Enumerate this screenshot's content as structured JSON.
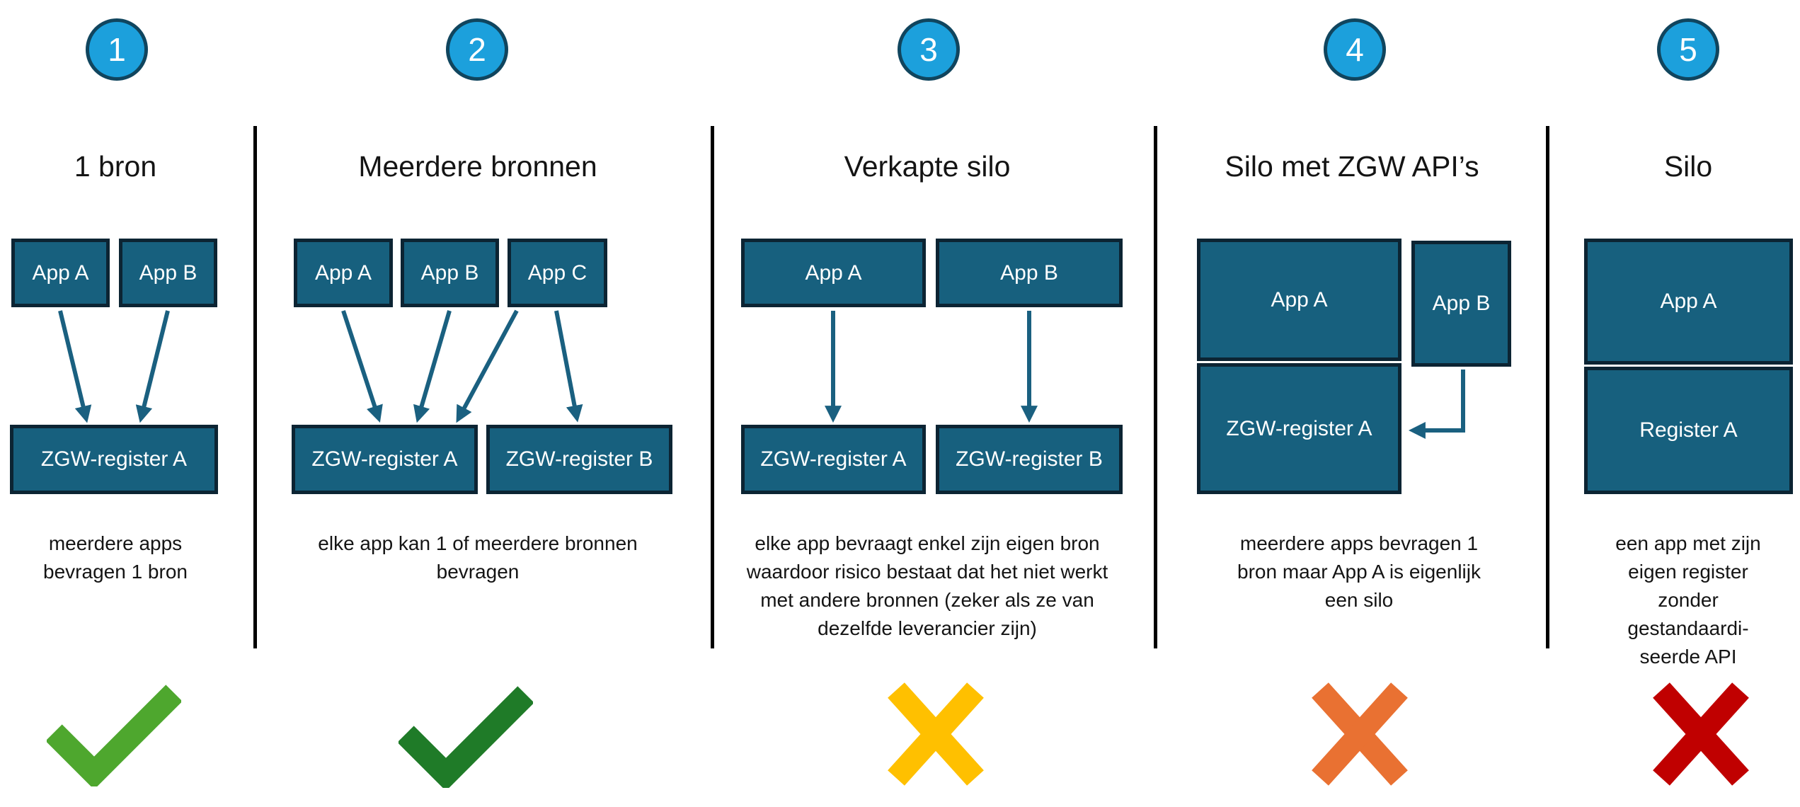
{
  "columns": [
    {
      "number": "1",
      "title": "1 bron",
      "desc_lines": [
        "meerdere apps",
        "bevragen 1 bron"
      ],
      "verdict": {
        "type": "check",
        "color": "#4EA72E"
      },
      "boxes": {
        "app_a": "App A",
        "app_b": "App B",
        "register_a": "ZGW-register A"
      }
    },
    {
      "number": "2",
      "title": "Meerdere bronnen",
      "desc_lines": [
        "elke app kan 1 of meerdere bronnen",
        "bevragen"
      ],
      "verdict": {
        "type": "check",
        "color": "#1F7B28"
      },
      "boxes": {
        "app_a": "App A",
        "app_b": "App B",
        "app_c": "App C",
        "register_a": "ZGW-register A",
        "register_b": "ZGW-register B"
      }
    },
    {
      "number": "3",
      "title": "Verkapte silo",
      "desc_lines": [
        "elke app bevraagt enkel zijn eigen bron",
        "waardoor risico bestaat dat het niet werkt",
        "met andere bronnen (zeker als ze van",
        "dezelfde leverancier zijn)"
      ],
      "verdict": {
        "type": "cross",
        "color": "#FFC000"
      },
      "boxes": {
        "app_a": "App A",
        "app_b": "App B",
        "register_a": "ZGW-register A",
        "register_b": "ZGW-register B"
      }
    },
    {
      "number": "4",
      "title": "Silo met ZGW API’s",
      "desc_lines": [
        "meerdere apps bevragen 1",
        "bron maar App A is eigenlijk",
        "een silo"
      ],
      "verdict": {
        "type": "cross",
        "color": "#E97132"
      },
      "boxes": {
        "app_a": "App A",
        "app_b": "App B",
        "register_a": "ZGW-register A"
      }
    },
    {
      "number": "5",
      "title": "Silo",
      "desc_lines": [
        "een app met zijn",
        "eigen register",
        "zonder",
        "gestandaardi-",
        "seerde API"
      ],
      "verdict": {
        "type": "cross",
        "color": "#C00000"
      },
      "boxes": {
        "app_a": "App A",
        "register_a": "Register A"
      }
    }
  ],
  "colors": {
    "box_fill": "#17607E",
    "box_border": "#0C2433",
    "arrow": "#1A6080",
    "badge_fill": "#1CA0DC",
    "badge_border": "#10455E",
    "divider": "#000000",
    "check_green": "#4EA72E",
    "check_dark_green": "#1F7B28",
    "cross_yellow": "#FFC000",
    "cross_orange": "#E97132",
    "cross_red": "#C00000"
  }
}
